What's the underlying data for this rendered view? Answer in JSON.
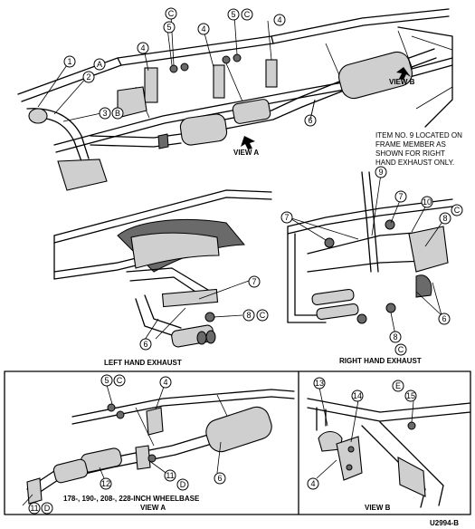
{
  "labels": {
    "view_a_top": "VIEW A",
    "view_b_top": "VIEW B",
    "note_line1": "ITEM NO. 9 LOCATED ON",
    "note_line2": "FRAME MEMBER AS",
    "note_line3": "SHOWN FOR RIGHT",
    "note_line4": "HAND EXHAUST ONLY.",
    "left_exhaust": "LEFT HAND EXHAUST",
    "right_exhaust": "RIGHT HAND EXHAUST",
    "wheelbase": "178-, 190-, 208-, 228-INCH WHEELBASE",
    "view_a_bottom": "VIEW A",
    "view_b_bottom": "VIEW B",
    "figure_id": "U2994-B"
  },
  "callouts": {
    "n1": "1",
    "n2": "2",
    "n3": "3",
    "n4": "4",
    "n5": "5",
    "n6": "6",
    "n7": "7",
    "n8": "8",
    "n9": "9",
    "n10": "10",
    "n11": "11",
    "n12": "12",
    "n13": "13",
    "n14": "14",
    "n15": "15",
    "A": "A",
    "B": "B",
    "C": "C",
    "D": "D",
    "E": "E"
  }
}
